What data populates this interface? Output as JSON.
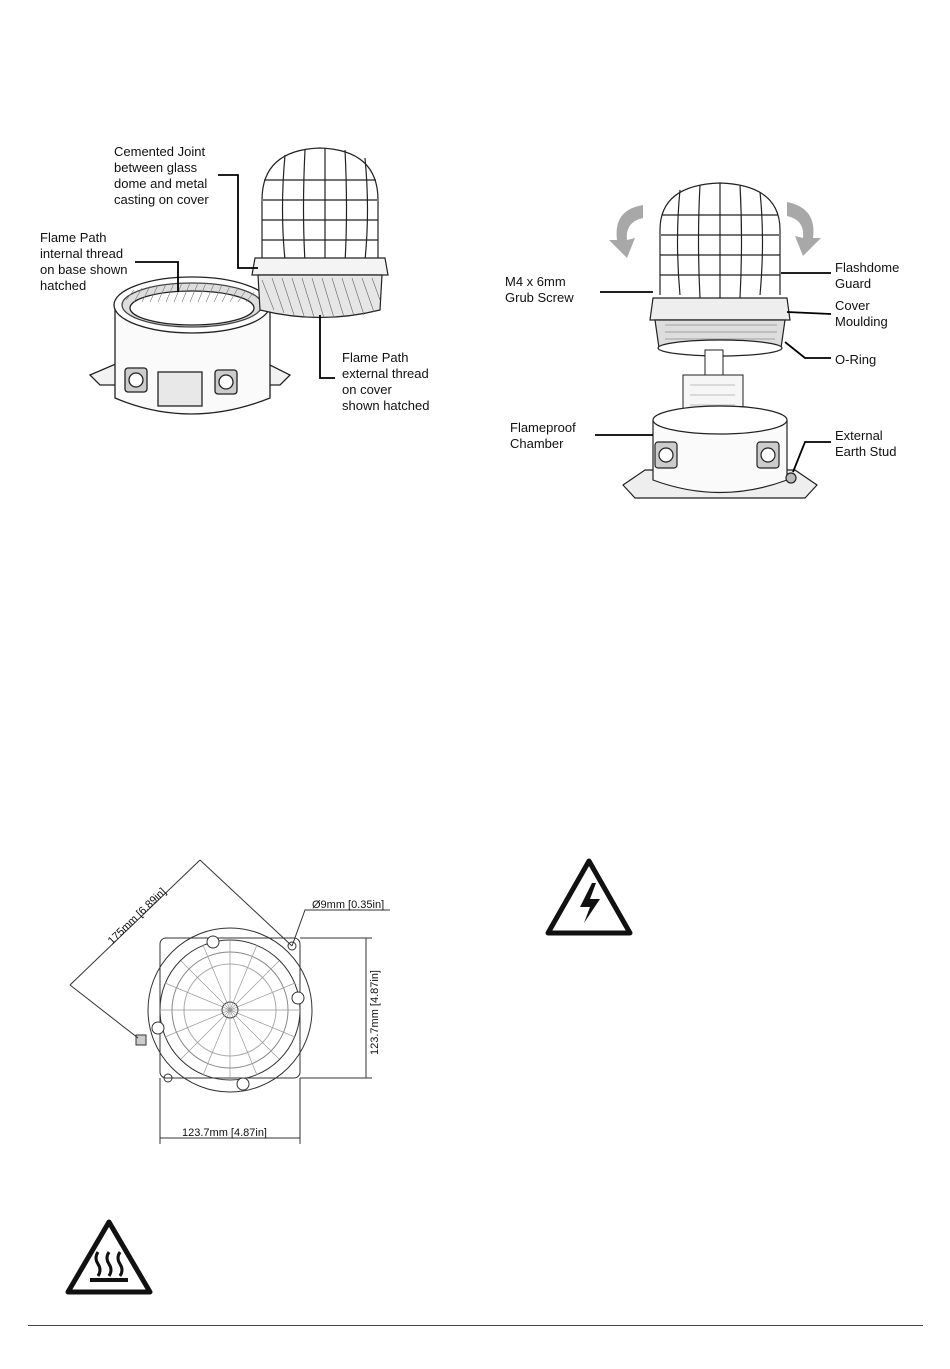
{
  "figure1": {
    "cemented_joint": "Cemented Joint\nbetween glass\ndome and metal\ncasting on cover",
    "flame_path_internal": "Flame Path\ninternal thread\non base shown\nhatched",
    "flame_path_external": "Flame Path\nexternal thread\non cover\nshown hatched"
  },
  "figure2": {
    "grub_screw": "M4 x 6mm\nGrub Screw",
    "flashdome_guard": "Flashdome\nGuard",
    "cover_moulding": "Cover\nMoulding",
    "o_ring": "O-Ring",
    "flameproof_chamber": "Flameproof\nChamber",
    "earth_stud": "External\nEarth Stud"
  },
  "figure3": {
    "diagonal_dim": "175mm [6.89in]",
    "hole_dim": "Ø9mm [0.35in]",
    "vertical_dim": "123.7mm [4.87in]",
    "horizontal_dim": "123.7mm [4.87in]"
  },
  "icons": {
    "electric_warning": "electric-shock-warning-icon",
    "hot_surface_warning": "hot-surface-warning-icon"
  }
}
